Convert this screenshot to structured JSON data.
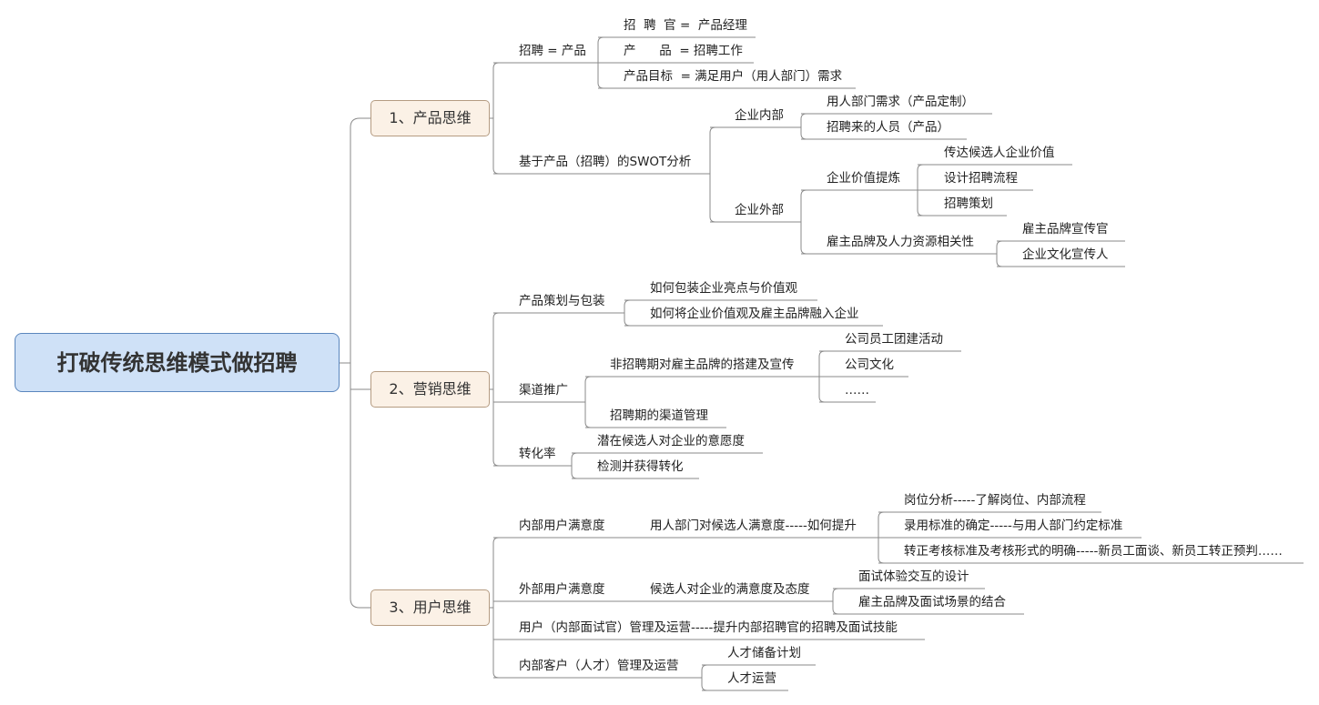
{
  "root": "打破传统思维模式做招聘",
  "branches": [
    {
      "label": "1、产品思维",
      "children": [
        {
          "label": "招聘 = 产品",
          "children": [
            {
              "label": "招  聘  官 =  产品经理"
            },
            {
              "label": "产      品  = 招聘工作"
            },
            {
              "label": "产品目标  = 满足用户（用人部门）需求"
            }
          ]
        },
        {
          "label": "基于产品（招聘）的SWOT分析",
          "children": [
            {
              "label": "企业内部",
              "children": [
                {
                  "label": "用人部门需求（产品定制）"
                },
                {
                  "label": "招聘来的人员（产品）"
                }
              ]
            },
            {
              "label": "企业外部",
              "children": [
                {
                  "label": "企业价值提炼",
                  "children": [
                    {
                      "label": "传达候选人企业价值"
                    },
                    {
                      "label": "设计招聘流程"
                    },
                    {
                      "label": "招聘策划"
                    }
                  ]
                },
                {
                  "label": "雇主品牌及人力资源相关性",
                  "children": [
                    {
                      "label": "雇主品牌宣传官"
                    },
                    {
                      "label": "企业文化宣传人"
                    }
                  ]
                }
              ]
            }
          ]
        }
      ]
    },
    {
      "label": "2、营销思维",
      "children": [
        {
          "label": "产品策划与包装",
          "children": [
            {
              "label": "如何包装企业亮点与价值观"
            },
            {
              "label": "如何将企业价值观及雇主品牌融入企业"
            }
          ]
        },
        {
          "label": "渠道推广",
          "children": [
            {
              "label": "非招聘期对雇主品牌的搭建及宣传",
              "children": [
                {
                  "label": "公司员工团建活动"
                },
                {
                  "label": "公司文化"
                },
                {
                  "label": "……"
                }
              ]
            },
            {
              "label": "招聘期的渠道管理"
            }
          ]
        },
        {
          "label": "转化率",
          "children": [
            {
              "label": "潜在候选人对企业的意愿度"
            },
            {
              "label": "检测并获得转化"
            }
          ]
        }
      ]
    },
    {
      "label": "3、用户思维",
      "children": [
        {
          "label": "内部用户满意度",
          "children": [
            {
              "label": "用人部门对候选人满意度-----如何提升",
              "children": [
                {
                  "label": "岗位分析-----了解岗位、内部流程"
                },
                {
                  "label": "录用标准的确定-----与用人部门约定标准"
                },
                {
                  "label": "转正考核标准及考核形式的明确-----新员工面谈、新员工转正预判……"
                }
              ]
            }
          ]
        },
        {
          "label": "外部用户满意度",
          "children": [
            {
              "label": "候选人对企业的满意度及态度",
              "children": [
                {
                  "label": "面试体验交互的设计"
                },
                {
                  "label": "雇主品牌及面试场景的结合"
                }
              ]
            }
          ]
        },
        {
          "label": "用户（内部面试官）管理及运营-----提升内部招聘官的招聘及面试技能"
        },
        {
          "label": "内部客户（人才）管理及运营",
          "children": [
            {
              "label": "人才储备计划"
            },
            {
              "label": "人才运营"
            }
          ]
        }
      ]
    }
  ]
}
